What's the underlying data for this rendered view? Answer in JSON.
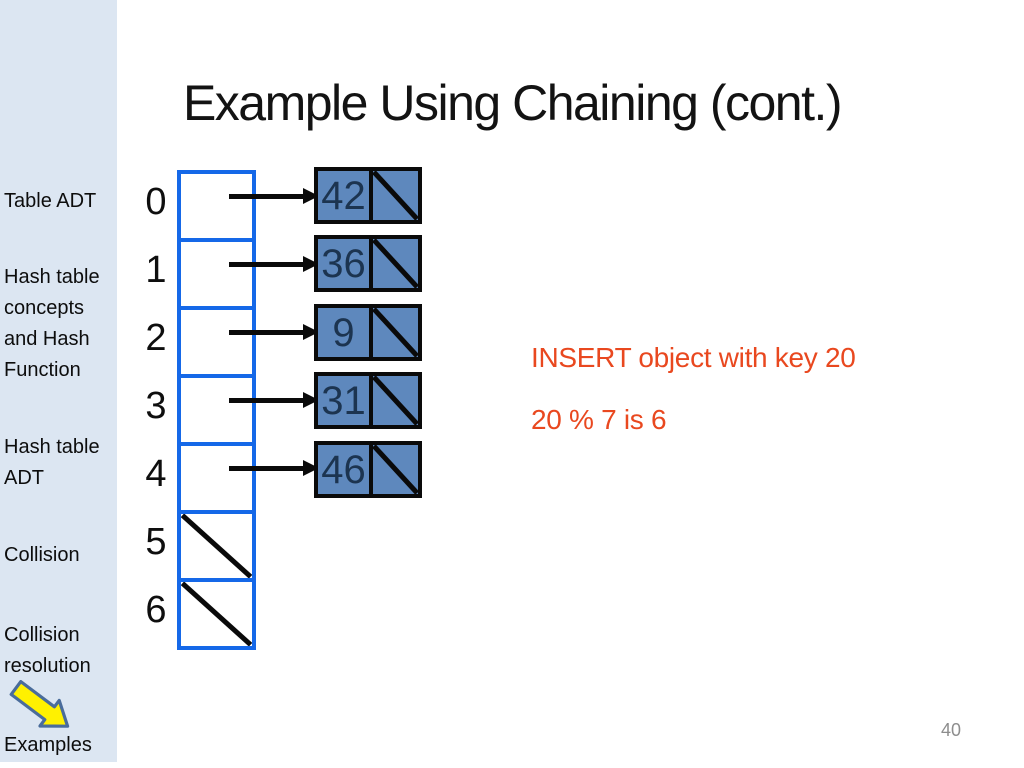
{
  "title": "Example Using Chaining (cont.)",
  "page_number": "40",
  "sidebar": {
    "items": [
      {
        "label": "Table ADT"
      },
      {
        "label": "Hash table concepts and Hash Function"
      },
      {
        "label": "Hash table ADT"
      },
      {
        "label": "Collision"
      },
      {
        "label": "Collision resolution"
      },
      {
        "label": "Examples",
        "current": true
      }
    ]
  },
  "annotation": {
    "line1": "INSERT object with key 20",
    "line2": "20 % 7 is 6"
  },
  "diagram": {
    "description": "hash table of size 7 with separate chaining; slots 5 and 6 empty (slash = null)",
    "buckets": [
      {
        "index": "0",
        "value": "42"
      },
      {
        "index": "1",
        "value": "36"
      },
      {
        "index": "2",
        "value": "9"
      },
      {
        "index": "3",
        "value": "31"
      },
      {
        "index": "4",
        "value": "46"
      },
      {
        "index": "5",
        "value": null
      },
      {
        "index": "6",
        "value": null
      }
    ]
  },
  "colors": {
    "sidebar_bg": "#dce6f2",
    "array_border": "#1568e8",
    "node_fill": "#5e88bd",
    "node_text": "#1c3450",
    "annotation": "#e9481f",
    "arrow_fill": "#fff100",
    "arrow_stroke": "#4a6c9b"
  }
}
